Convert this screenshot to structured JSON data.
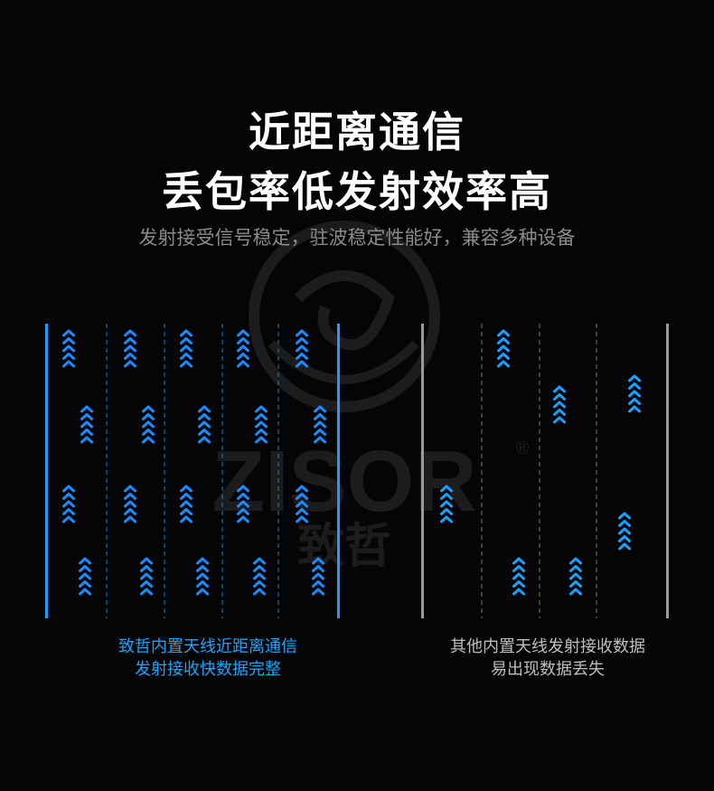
{
  "header": {
    "line1": "近距离通信",
    "line2": "丢包率低发射效率高",
    "subtitle": "发射接受信号稳定，驻波稳定性能好，兼容多种设备"
  },
  "watermark": {
    "brand_latin": "ZISOR",
    "brand_cn": "致哲",
    "mark": "®"
  },
  "left_panel": {
    "caption_line1": "致哲内置天线近距离通信",
    "caption_line2": "发射接收快数据完整",
    "border_color": "#1e9bff",
    "arrow_color": "#1a8cff"
  },
  "right_panel": {
    "caption_line1": "其他内置天线发射接收数据",
    "caption_line2": "易出现数据丢失",
    "border_color": "#9a9a9a",
    "arrow_color": "#1aa0ff"
  },
  "colors": {
    "background": "#050505",
    "title": "#ffffff",
    "subtitle": "#8a8a8a",
    "left_caption": "#1aa3ff",
    "right_caption": "#bdbdbd"
  }
}
